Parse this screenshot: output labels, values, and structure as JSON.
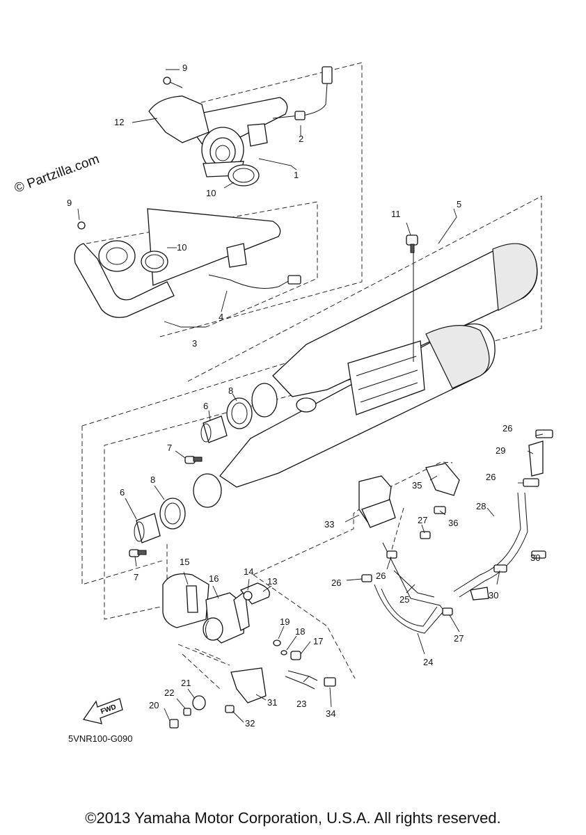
{
  "watermark": "© Partzilla.com",
  "diagram_code": "5VNR100-G090",
  "copyright": "©2013 Yamaha Motor Corporation, U.S.A. All rights reserved.",
  "fwd_label": "FWD",
  "callouts": {
    "c1": "1",
    "c2": "2",
    "c3": "3",
    "c4": "4",
    "c5": "5",
    "c6a": "6",
    "c6b": "6",
    "c7a": "7",
    "c7b": "7",
    "c8a": "8",
    "c8b": "8",
    "c9a": "9",
    "c9b": "9",
    "c10a": "10",
    "c10b": "10",
    "c11": "11",
    "c12": "12",
    "c13": "13",
    "c14": "14",
    "c15": "15",
    "c16": "16",
    "c17": "17",
    "c18": "18",
    "c19": "19",
    "c20": "20",
    "c21": "21",
    "c22": "22",
    "c23": "23",
    "c24": "24",
    "c25": "25",
    "c26a": "26",
    "c26b": "26",
    "c26c": "26",
    "c26d": "26",
    "c27a": "27",
    "c27b": "27",
    "c28": "28",
    "c29": "29",
    "c30a": "30",
    "c30b": "30",
    "c31": "31",
    "c32": "32",
    "c33": "33",
    "c34": "34",
    "c35": "35",
    "c36": "36"
  }
}
